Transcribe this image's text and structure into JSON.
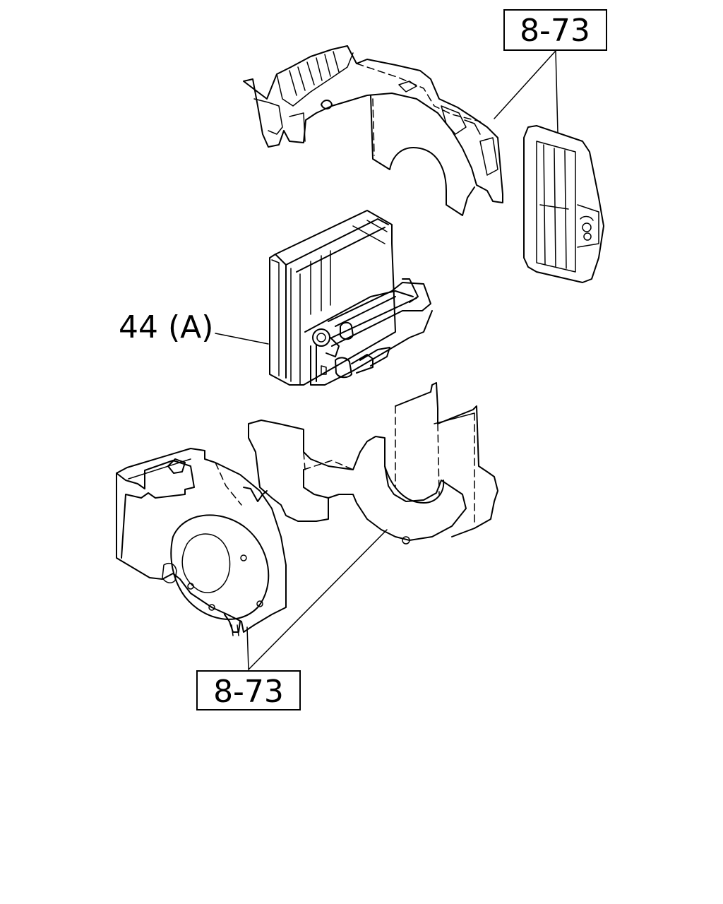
{
  "callouts": {
    "top_ref": "8-73",
    "part_44": "44 (A)",
    "bottom_ref": "8-73"
  }
}
